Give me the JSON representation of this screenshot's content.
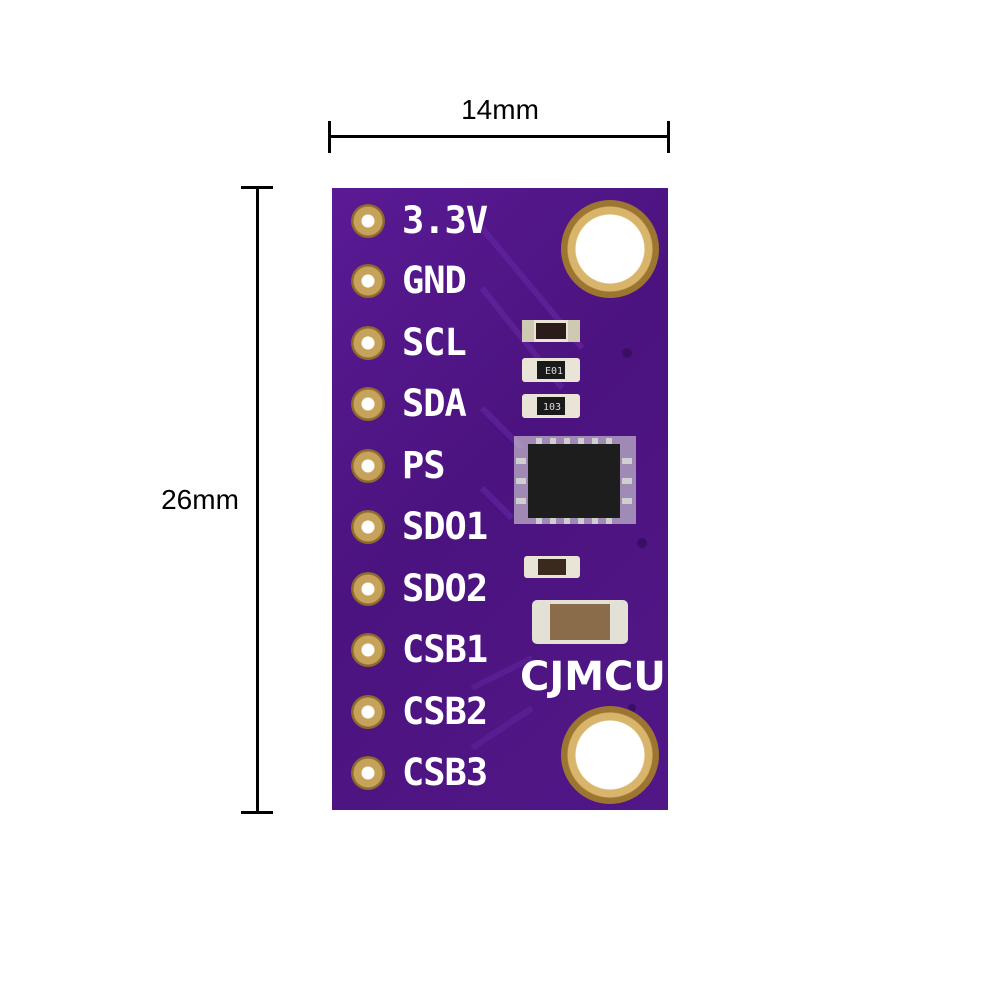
{
  "dimensions": {
    "width_label": "14mm",
    "height_label": "26mm"
  },
  "board": {
    "brand": "CJMCU",
    "pins": [
      "3.3V",
      "GND",
      "SCL",
      "SDA",
      "PS",
      "SDO1",
      "SDO2",
      "CSB1",
      "CSB2",
      "CSB3"
    ],
    "colors": {
      "pcb": "#4b137f",
      "pad": "#c7a25a",
      "silkscreen": "#ffffff"
    }
  }
}
